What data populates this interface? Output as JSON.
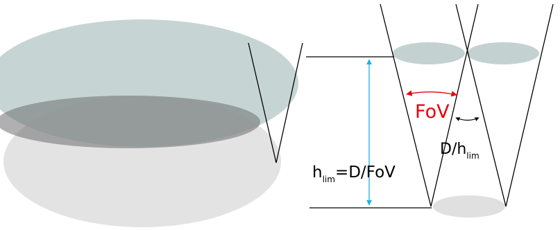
{
  "labels": {
    "fov": "FoV",
    "h_main": "h",
    "h_sub": "lim",
    "h_formula": "=D/FoV",
    "sep_main": "D/h",
    "sep_sub": "lim"
  },
  "colors": {
    "footprint_teal": "#b9cccb",
    "footprint_dark": "#8f8f8f",
    "footprint_light": "#e3e3e3",
    "fov_arrow": "#e8000b",
    "height_arrow": "#16b4e6",
    "line": "#000000"
  }
}
